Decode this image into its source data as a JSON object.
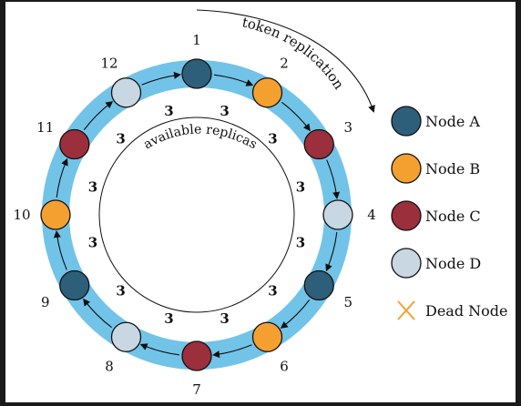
{
  "diagram": {
    "arrow_label": "token replication",
    "inner_label": "available replicas",
    "replica_count_label": "3",
    "node_types": {
      "A": {
        "name": "Node A",
        "color": "#2d5f7a"
      },
      "B": {
        "name": "Node B",
        "color": "#f4a030"
      },
      "C": {
        "name": "Node C",
        "color": "#9b2f3b"
      },
      "D": {
        "name": "Node D",
        "color": "#c8d7e2"
      }
    },
    "ring_positions": [
      {
        "label": "1",
        "type": "A"
      },
      {
        "label": "2",
        "type": "B"
      },
      {
        "label": "3",
        "type": "C"
      },
      {
        "label": "4",
        "type": "D"
      },
      {
        "label": "5",
        "type": "A"
      },
      {
        "label": "6",
        "type": "B"
      },
      {
        "label": "7",
        "type": "C"
      },
      {
        "label": "8",
        "type": "D"
      },
      {
        "label": "9",
        "type": "A"
      },
      {
        "label": "10",
        "type": "B"
      },
      {
        "label": "11",
        "type": "C"
      },
      {
        "label": "12",
        "type": "D"
      }
    ],
    "legend": [
      {
        "label": "Node A",
        "type": "A",
        "shape": "circle"
      },
      {
        "label": "Node B",
        "type": "B",
        "shape": "circle"
      },
      {
        "label": "Node C",
        "type": "C",
        "shape": "circle"
      },
      {
        "label": "Node D",
        "type": "D",
        "shape": "circle"
      },
      {
        "label": "Dead Node",
        "shape": "x-mark",
        "color": "#f4a030"
      }
    ],
    "colors": {
      "ring": "#72c3e8",
      "outline": "#111111",
      "background": "#ffffff"
    }
  }
}
